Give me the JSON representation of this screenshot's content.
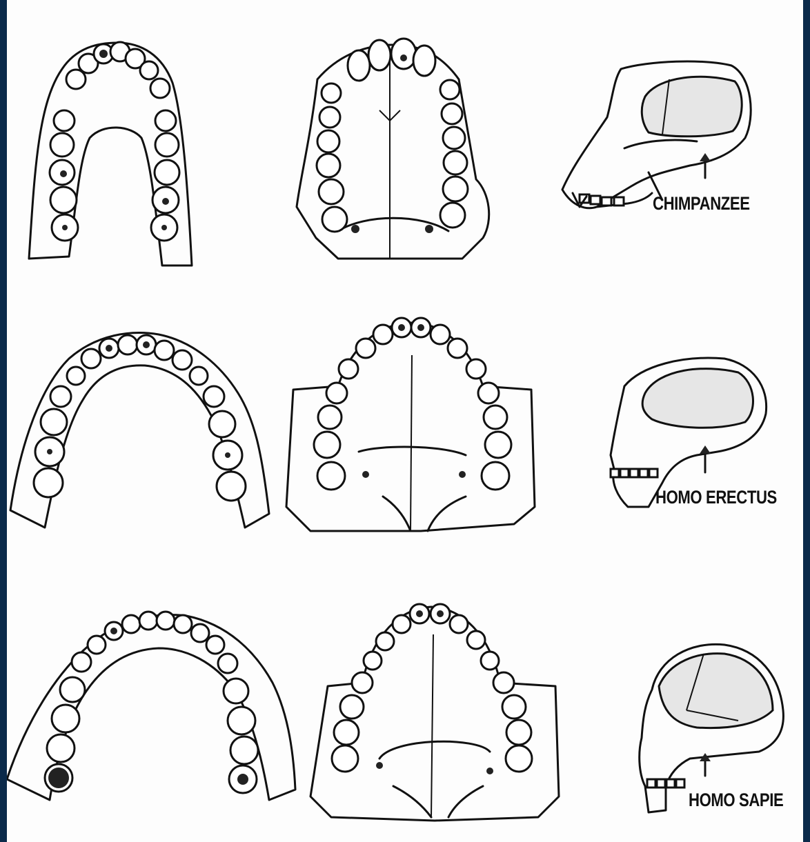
{
  "labels": {
    "chimpanzee": "CHIMPANZEE",
    "homo_erectus": "HOMO ERECTUS",
    "homo_sapiens": "HOMO SAPIE"
  },
  "colors": {
    "frame": "#0b2a4a",
    "paper": "#fdfdfd",
    "ink": "#111111"
  }
}
